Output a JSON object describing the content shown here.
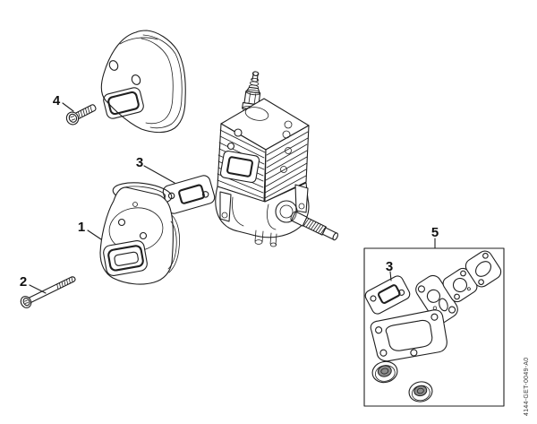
{
  "page": {
    "background": "#ffffff"
  },
  "diagram": {
    "kind": "exploded-parts-diagram",
    "callouts": {
      "muffler": "1",
      "long_screw": "2",
      "exhaust_gasket": "3",
      "short_screw": "4",
      "gasket_kit": "5",
      "kit_exhaust_gasket": "3"
    },
    "drawing_number": "4144-GET-0049-A0",
    "colors": {
      "line": "#1f1f1f",
      "label": "#101010",
      "shade": "#e8e8e8"
    }
  }
}
